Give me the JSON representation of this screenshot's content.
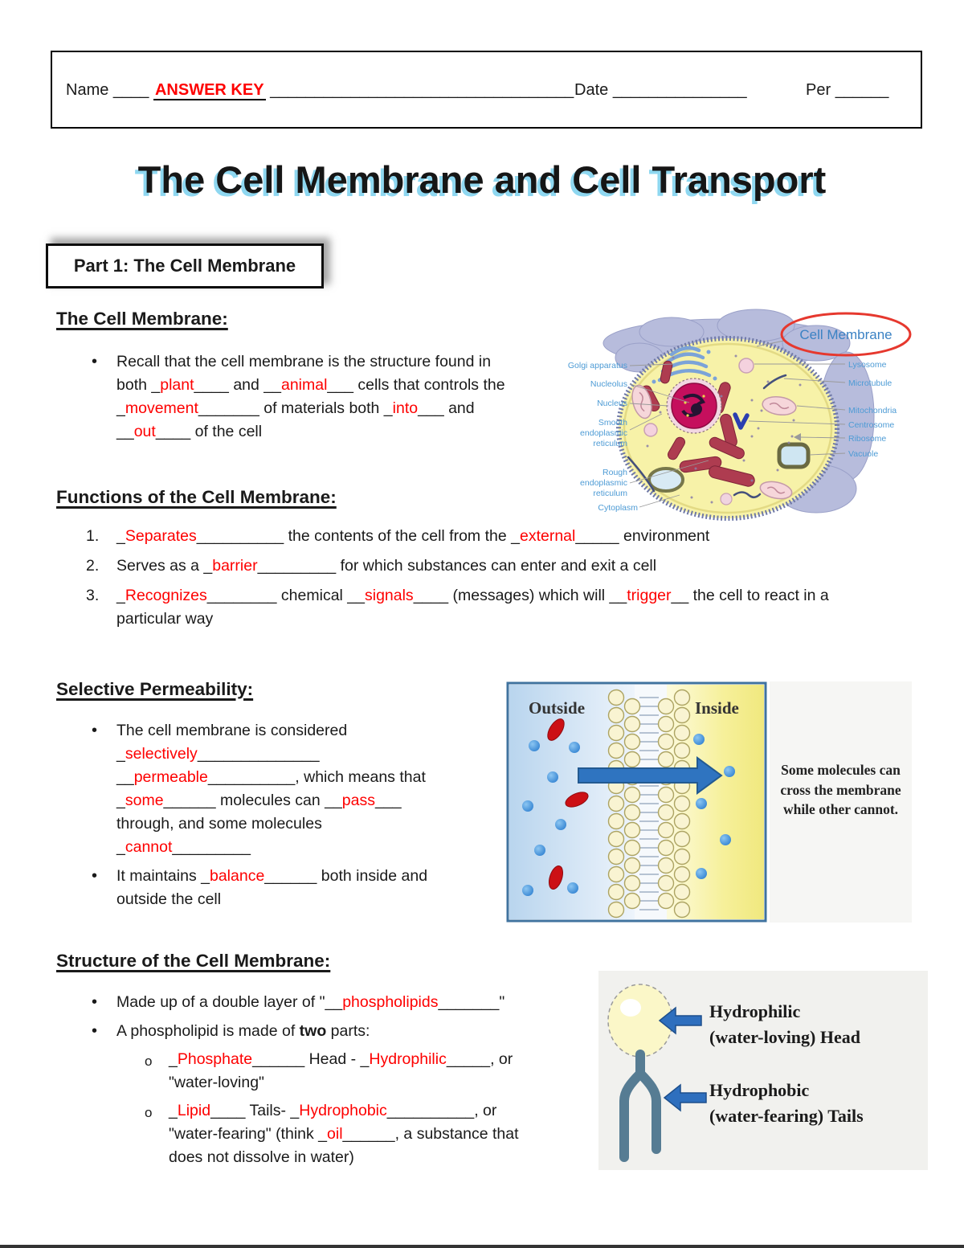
{
  "colors": {
    "answer_red": "#fe0000",
    "title_shadow_blue": "#8ed7f0",
    "cell_label_blue": "#4d9bd5",
    "highlight_ellipse_red": "#e6382e",
    "arrow_blue": "#2f74c0"
  },
  "header": {
    "name_label": "Name",
    "name_pre": "____",
    "name_value": "ANSWER KEY",
    "name_post": "__________________________________",
    "date_label": "Date",
    "date_line": "_______________",
    "per_label": "Per",
    "per_line": "______"
  },
  "title": "The Cell Membrane and Cell Transport",
  "part1_heading": "Part 1: The Cell Membrane",
  "membrane_section": {
    "heading": "The Cell Membrane:",
    "bullet": [
      {
        "t": "Recall that the cell membrane is the structure found in"
      },
      {
        "br": true
      },
      {
        "t": "both _"
      },
      {
        "t": "plant",
        "c": "r"
      },
      {
        "t": "____ and __"
      },
      {
        "t": "animal",
        "c": "r"
      },
      {
        "t": "___ cells that controls the"
      },
      {
        "br": true
      },
      {
        "t": "_"
      },
      {
        "t": "movement",
        "c": "r"
      },
      {
        "t": "_______ of materials both _"
      },
      {
        "t": "into",
        "c": "r"
      },
      {
        "t": "___ and"
      },
      {
        "br": true
      },
      {
        "t": "__"
      },
      {
        "t": "out",
        "c": "r"
      },
      {
        "t": "____ of the cell"
      }
    ]
  },
  "functions_section": {
    "heading": "Functions of the Cell Membrane:",
    "items": [
      [
        {
          "t": "_"
        },
        {
          "t": "Separates",
          "c": "r"
        },
        {
          "t": "__________ the contents of the cell from the _"
        },
        {
          "t": "external",
          "c": "r"
        },
        {
          "t": "_____ environment"
        }
      ],
      [
        {
          "t": "Serves as a _"
        },
        {
          "t": "barrier",
          "c": "r"
        },
        {
          "t": "_________ for which substances can enter and exit a cell"
        }
      ],
      [
        {
          "t": "_"
        },
        {
          "t": "Recognizes",
          "c": "r"
        },
        {
          "t": "________ chemical __"
        },
        {
          "t": "signals",
          "c": "r"
        },
        {
          "t": "____ (messages) which will __"
        },
        {
          "t": "trigger",
          "c": "r"
        },
        {
          "t": "__ the cell to react in a"
        },
        {
          "br": true
        },
        {
          "t": "particular way"
        }
      ]
    ]
  },
  "permeability_section": {
    "heading": "Selective Permeability:",
    "bullets": [
      [
        {
          "t": "The cell membrane is considered"
        },
        {
          "br": true
        },
        {
          "t": "_"
        },
        {
          "t": "selectively",
          "c": "r"
        },
        {
          "t": "______________"
        },
        {
          "br": true
        },
        {
          "t": "__"
        },
        {
          "t": "permeable",
          "c": "r"
        },
        {
          "t": "__________, which means that"
        },
        {
          "br": true
        },
        {
          "t": "_"
        },
        {
          "t": "some",
          "c": "r"
        },
        {
          "t": "______ molecules can __"
        },
        {
          "t": "pass",
          "c": "r"
        },
        {
          "t": "___"
        },
        {
          "br": true
        },
        {
          "t": "through, and some molecules"
        },
        {
          "br": true
        },
        {
          "t": "_"
        },
        {
          "t": "cannot",
          "c": "r"
        },
        {
          "t": "_________"
        }
      ],
      [
        {
          "t": "It maintains _"
        },
        {
          "t": "balance",
          "c": "r"
        },
        {
          "t": "______ both inside and"
        },
        {
          "br": true
        },
        {
          "t": "outside the cell"
        }
      ]
    ]
  },
  "structure_section": {
    "heading": "Structure of the Cell Membrane:",
    "bullet1": [
      {
        "t": "Made up of a double layer of \"__"
      },
      {
        "t": "phospholipids",
        "c": "r"
      },
      {
        "t": "_______\""
      }
    ],
    "bullet2": [
      {
        "t": "A phospholipid is made of "
      },
      {
        "t": "two",
        "c": "b"
      },
      {
        "t": " parts:"
      }
    ],
    "subs": [
      [
        {
          "t": "_"
        },
        {
          "t": "Phosphate",
          "c": "r"
        },
        {
          "t": "______ Head - _"
        },
        {
          "t": "Hydrophilic",
          "c": "r"
        },
        {
          "t": "_____, or"
        },
        {
          "br": true
        },
        {
          "t": "\"water-loving\""
        }
      ],
      [
        {
          "t": "_"
        },
        {
          "t": "Lipid",
          "c": "r"
        },
        {
          "t": "____ Tails- _"
        },
        {
          "t": "Hydrophobic",
          "c": "r"
        },
        {
          "t": "__________, or"
        },
        {
          "br": true
        },
        {
          "t": "\"water-fearing\" (think _"
        },
        {
          "t": "oil",
          "c": "r"
        },
        {
          "t": "______, a substance that"
        },
        {
          "br": true
        },
        {
          "t": "does not dissolve in water)"
        }
      ]
    ]
  },
  "cell_figure": {
    "circled_label": "Cell Membrane",
    "left": [
      "Golgi apparatus",
      "Nucleolus",
      "Nucleus",
      "Smooth",
      "endoplasmic",
      "reticulum",
      "Rough",
      "endoplasmic",
      "reticulum",
      "Cytoplasm"
    ],
    "right": [
      "Lysosome",
      "Microtubule",
      "Mitochondria",
      "Centrosome",
      "Ribosome",
      "Vacuole"
    ]
  },
  "membrane_figure": {
    "outside_label": "Outside",
    "inside_label": "Inside",
    "caption": "Some molecules can cross the membrane while other cannot."
  },
  "phospholipid_figure": {
    "head_label_1": "Hydrophilic",
    "head_label_2": "(water-loving) Head",
    "tail_label_1": "Hydrophobic",
    "tail_label_2": "(water-fearing) Tails"
  }
}
